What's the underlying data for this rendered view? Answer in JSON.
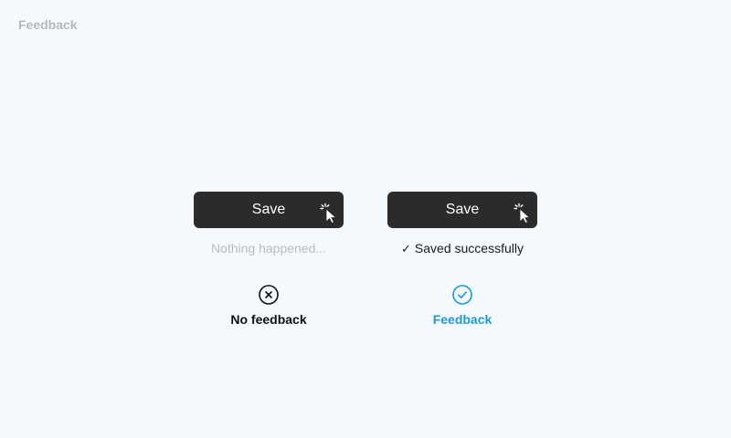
{
  "page": {
    "title": "Feedback"
  },
  "examples": [
    {
      "button_label": "Save",
      "status_text": "Nothing happened...",
      "outcome_icon": "x-circle-icon",
      "outcome_label": "No feedback"
    },
    {
      "button_label": "Save",
      "status_text": "Saved successfully",
      "status_glyph": "✓",
      "outcome_icon": "check-circle-icon",
      "outcome_label": "Feedback"
    }
  ],
  "colors": {
    "background": "#f4f9fd",
    "button": "#2b2b2b",
    "accent": "#1a9bd8",
    "muted": "#b9bdc1"
  },
  "icons": {
    "pointer": "click-cursor-icon"
  }
}
